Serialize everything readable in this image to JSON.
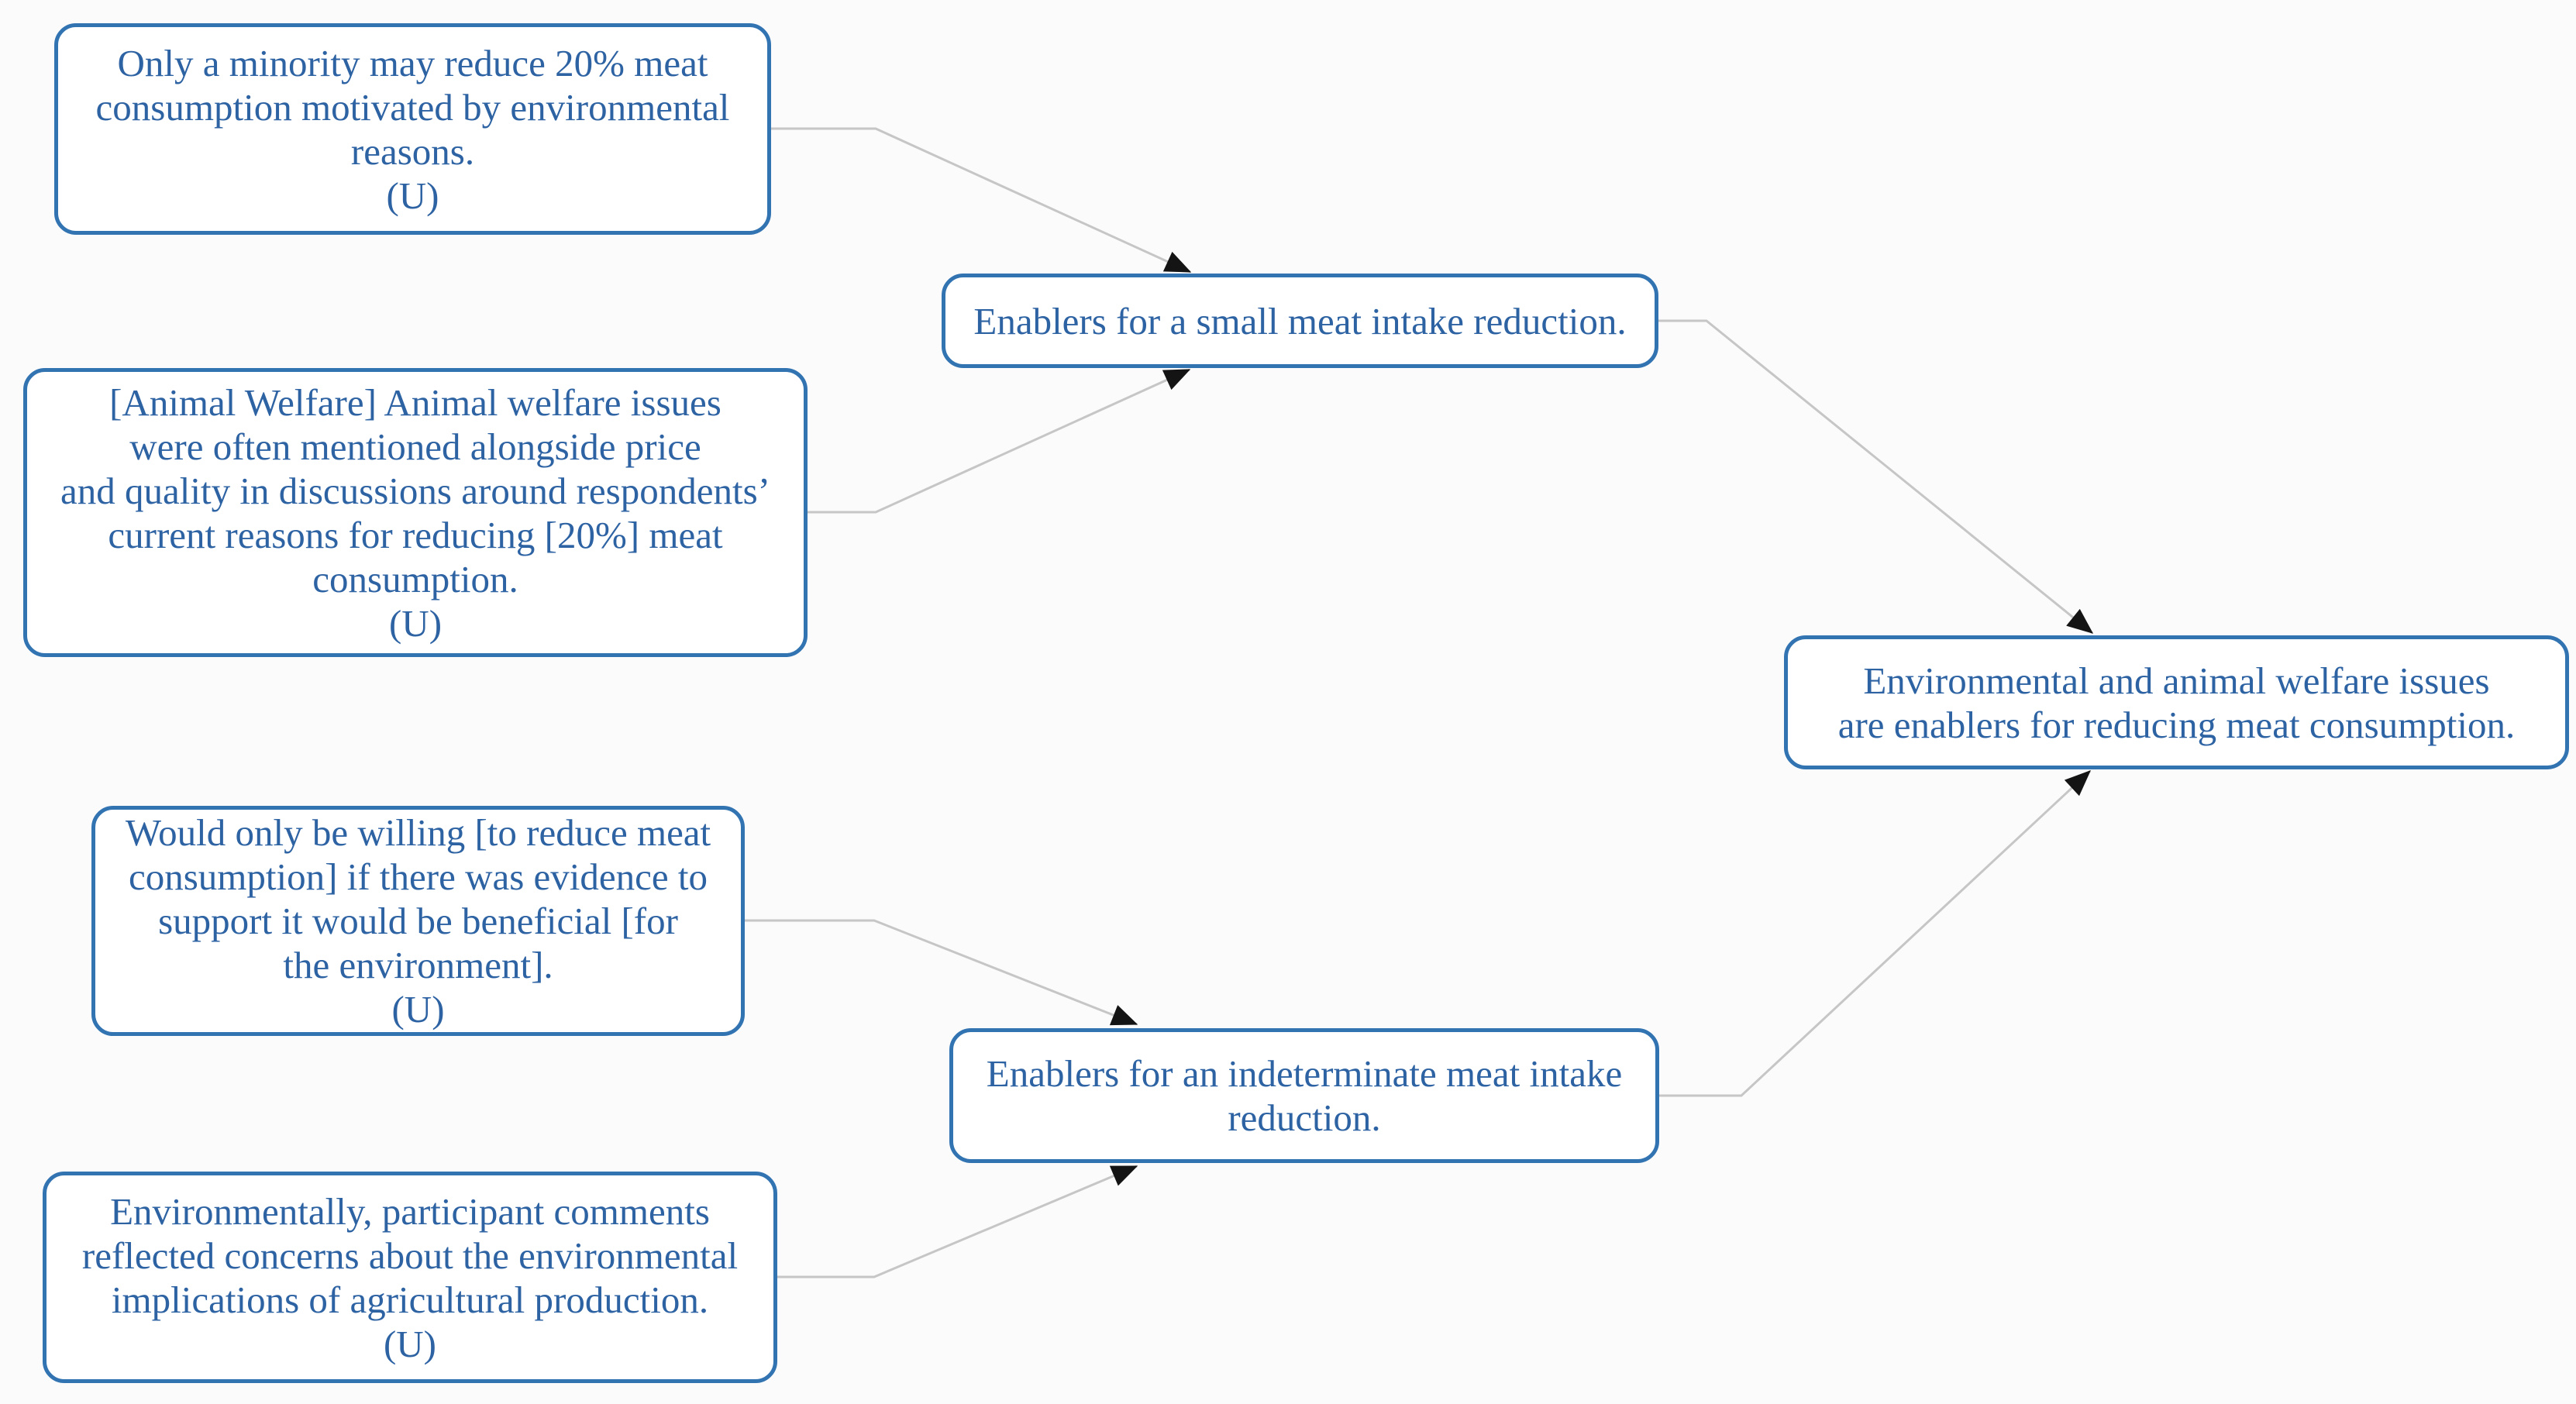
{
  "diagram": {
    "type": "concept-map",
    "nodes": {
      "minority_reduce": {
        "text": "Only a minority may reduce 20% meat\nconsumption motivated by environmental\nreasons.\n(U)"
      },
      "animal_welfare": {
        "text": "[Animal Welfare] Animal welfare issues\nwere often mentioned alongside price\nand quality in discussions around respondents’\ncurrent reasons for reducing [20%] meat\nconsumption.\n(U)"
      },
      "evidence_willing": {
        "text": "Would only be willing [to reduce meat\nconsumption] if there was evidence to\nsupport it would be beneficial [for\nthe environment].\n(U)"
      },
      "environmental_concerns": {
        "text": "Environmentally, participant comments\nreflected concerns about the environmental\nimplications of agricultural production.\n(U)"
      },
      "enablers_small": {
        "text": "Enablers for a small meat intake reduction."
      },
      "enablers_indeterminate": {
        "text": "Enablers for an indeterminate meat intake\nreduction."
      },
      "conclusion": {
        "text": "Environmental and animal welfare issues\nare enablers for reducing meat consumption."
      }
    },
    "edges": [
      {
        "from": "minority_reduce",
        "to": "enablers_small"
      },
      {
        "from": "animal_welfare",
        "to": "enablers_small"
      },
      {
        "from": "enablers_small",
        "to": "conclusion"
      },
      {
        "from": "evidence_willing",
        "to": "enablers_indeterminate"
      },
      {
        "from": "environmental_concerns",
        "to": "enablers_indeterminate"
      },
      {
        "from": "enablers_indeterminate",
        "to": "conclusion"
      }
    ],
    "colors": {
      "background": "#fbfbfc",
      "node_fill": "#ffffff",
      "node_border": "#3273b1",
      "node_text": "#2d62a3",
      "connector": "#c6c6c6",
      "arrowhead": "#141414"
    }
  }
}
